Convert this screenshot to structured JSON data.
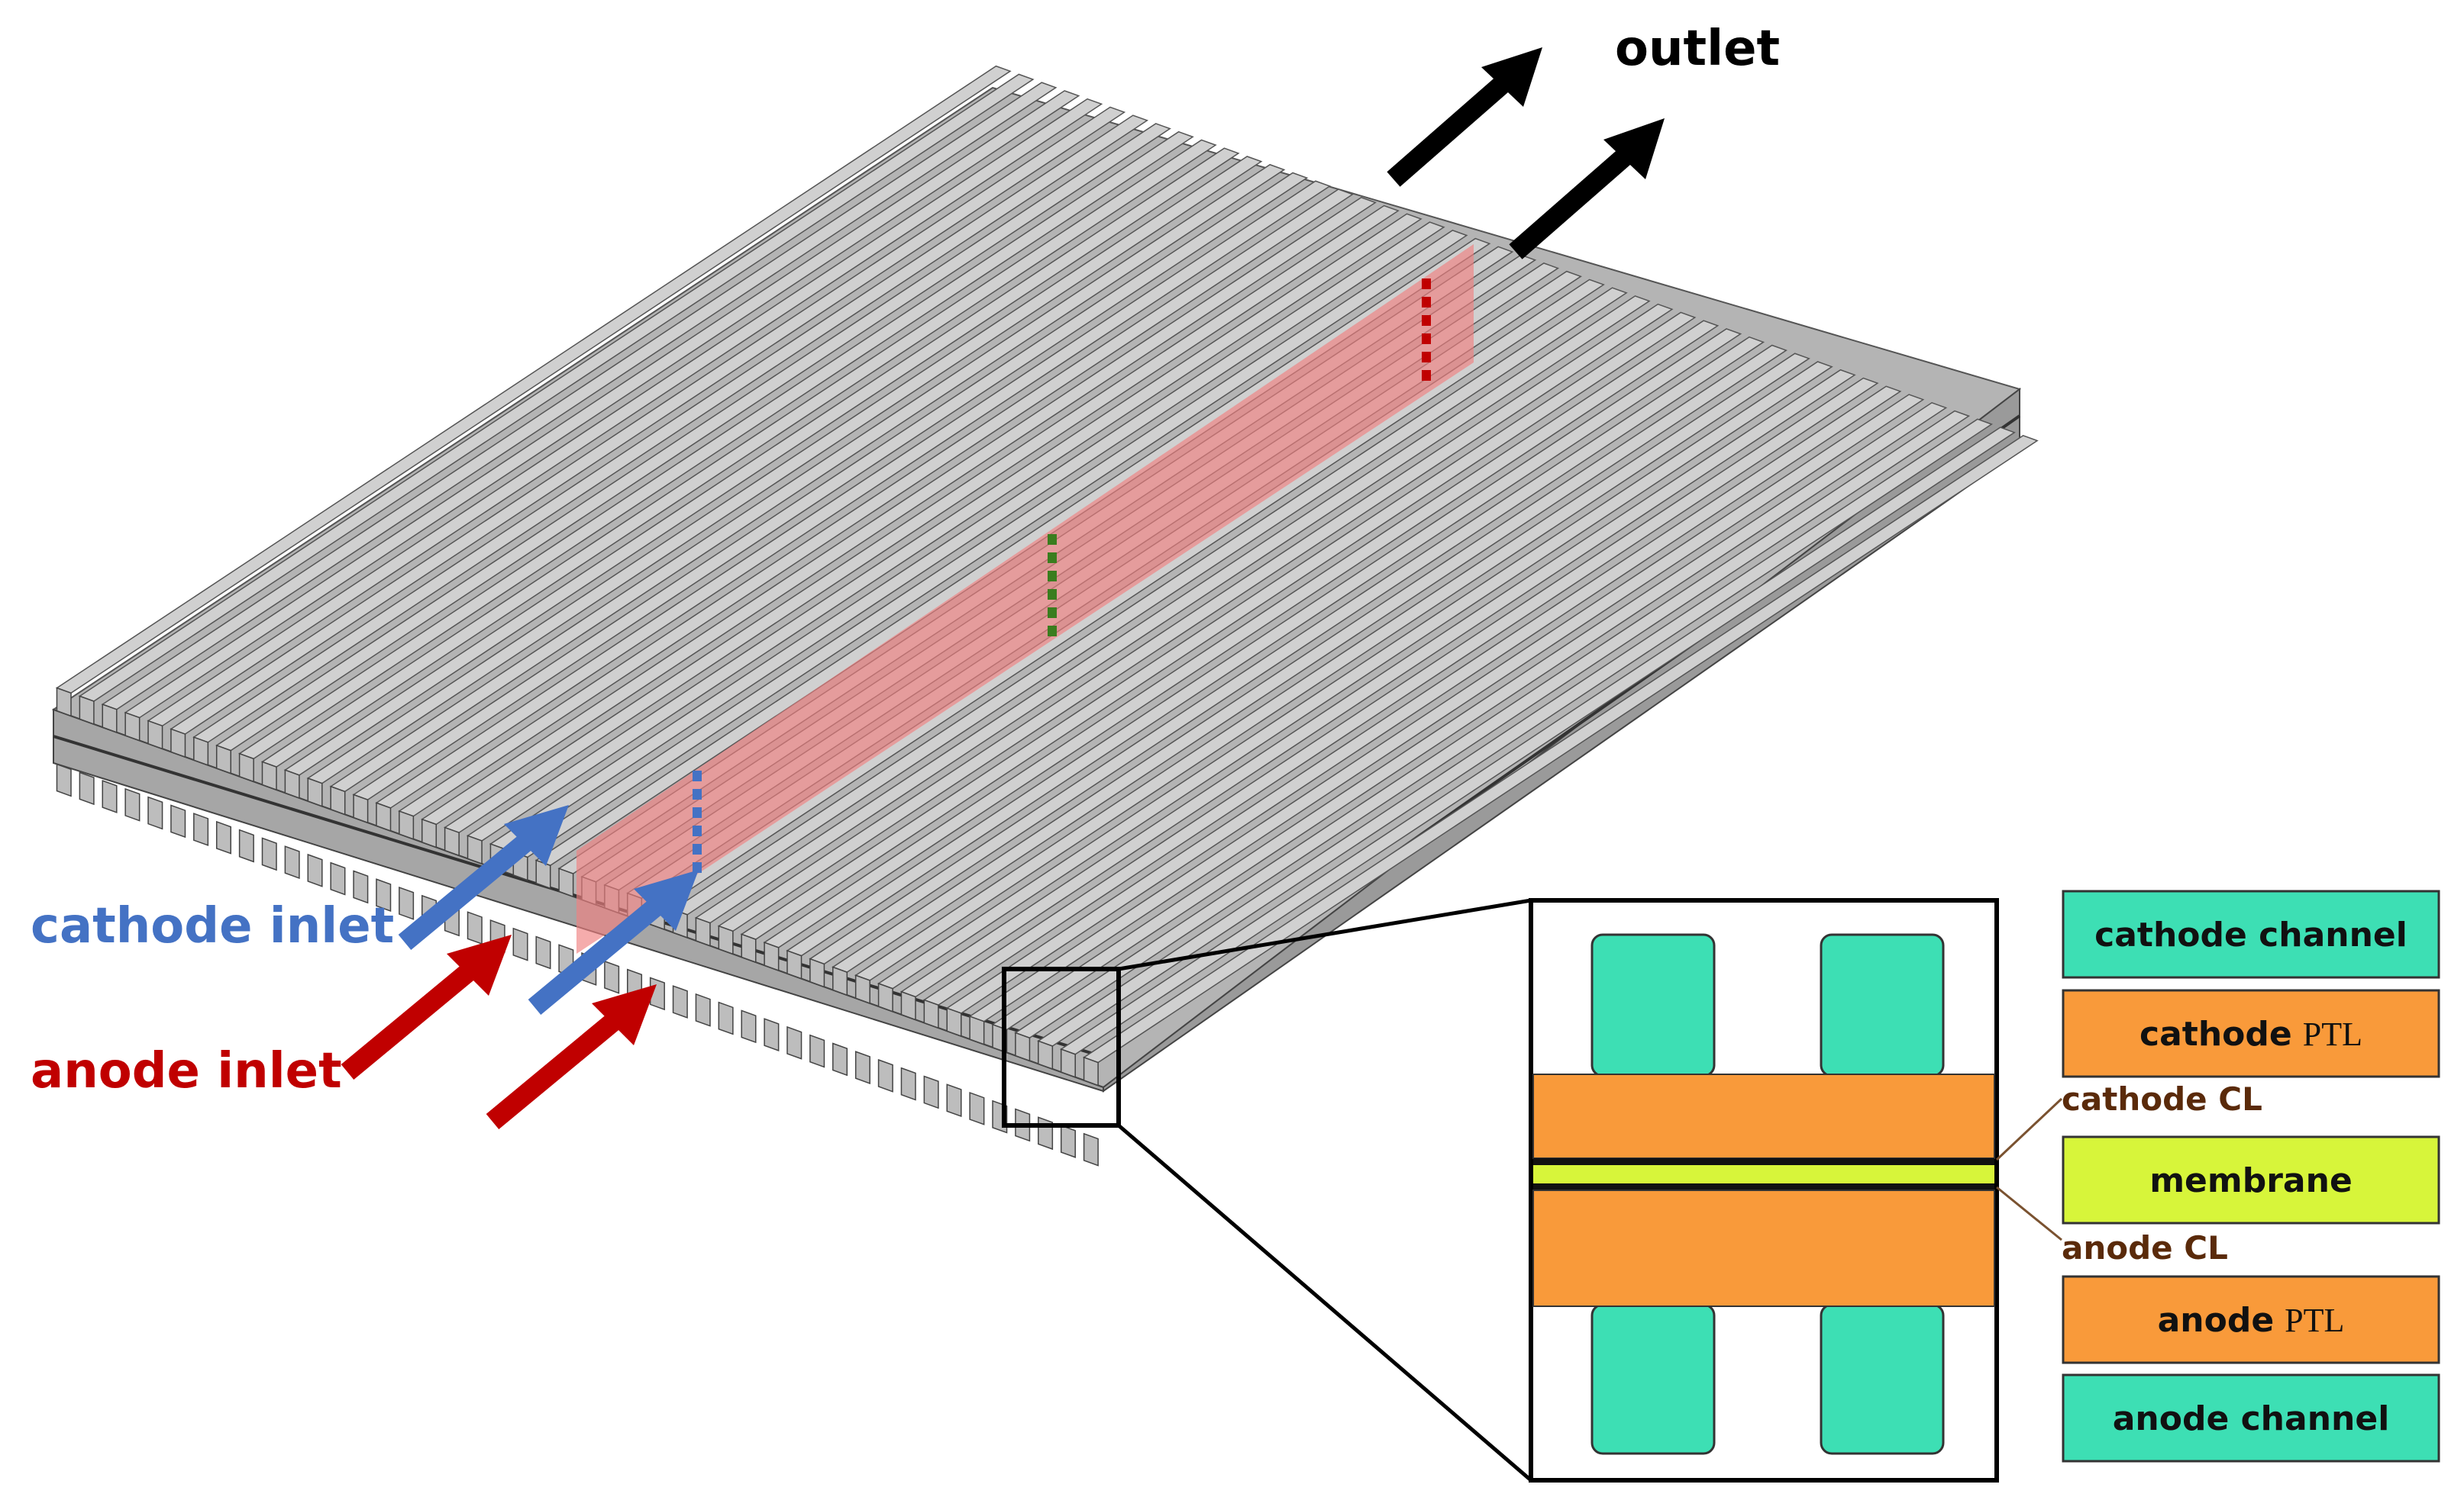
{
  "labels": {
    "outlet": "outlet",
    "cathode_inlet": "cathode inlet",
    "anode_inlet": "anode inlet"
  },
  "legend": {
    "cathode_channel": "cathode channel",
    "cathode_ptl_main": "cathode",
    "cathode_ptl_suffix": "PTL",
    "cathode_cl": "cathode CL",
    "membrane": "membrane",
    "anode_cl": "anode CL",
    "anode_ptl_main": "anode",
    "anode_ptl_suffix": "PTL",
    "anode_channel": "anode channel"
  },
  "colors": {
    "channel": "#3ddfb4",
    "ptl": "#f99a3a",
    "membrane": "#d7f53a",
    "cathode_inlet": "#4472c4",
    "anode_inlet": "#c00000",
    "outlet": "#000000",
    "rib": "#c8c8c8",
    "highlight": "#f08080",
    "cl_label": "#5a2a0a"
  },
  "icons": {
    "cathode_arrows": "arrow-up-right-icon",
    "anode_arrows": "arrow-up-right-icon",
    "outlet_arrows": "arrow-up-right-icon"
  }
}
